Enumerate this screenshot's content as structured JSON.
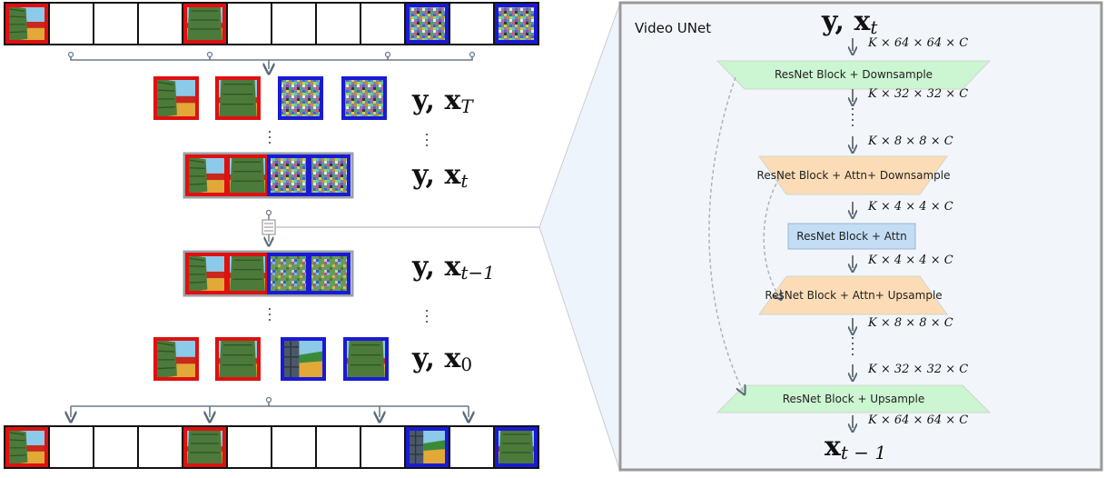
{
  "left_panel": {
    "labels": {
      "yxT": {
        "main": "y, x",
        "sub": "T"
      },
      "yxt": {
        "main": "y, x",
        "sub": "t"
      },
      "yxt1": {
        "main": "y, x",
        "sub": "t−1"
      },
      "yx0": {
        "main": "y, x",
        "sub": "0"
      }
    },
    "top_strip": {
      "cells": 12,
      "filled": [
        {
          "index": 1,
          "kind": "cond"
        },
        {
          "index": 5,
          "kind": "cond"
        },
        {
          "index": 10,
          "kind": "noise"
        },
        {
          "index": 12,
          "kind": "noise"
        }
      ]
    },
    "bottom_strip": {
      "cells": 12,
      "filled": [
        {
          "index": 1,
          "kind": "cond"
        },
        {
          "index": 5,
          "kind": "cond"
        },
        {
          "index": 10,
          "kind": "gen"
        },
        {
          "index": 12,
          "kind": "gen"
        }
      ]
    }
  },
  "unet": {
    "title": "Video UNet",
    "input_label": {
      "main": "y, x",
      "sub": "t"
    },
    "output_label": {
      "main": "x",
      "sub": "t − 1"
    },
    "blocks": [
      {
        "name": "resnet-downsample",
        "lines": [
          "ResNet Block + Downsample"
        ],
        "color": "#ccf5d2"
      },
      {
        "name": "resnet-attn-downsample",
        "lines": [
          "ResNet Block + Attn",
          "+ Downsample"
        ],
        "color": "#fcdcb6"
      },
      {
        "name": "resnet-attn-middle",
        "lines": [
          "ResNet Block + Attn"
        ],
        "color": "#c3ddf5"
      },
      {
        "name": "resnet-attn-upsample",
        "lines": [
          "ResNet Block + Attn",
          "+ Upsample"
        ],
        "color": "#fcdcb6"
      },
      {
        "name": "resnet-upsample",
        "lines": [
          "ResNet Block + Upsample"
        ],
        "color": "#ccf5d2"
      }
    ],
    "dims": [
      "K × 64 × 64 × C",
      "K × 32 × 32 × C",
      "K × 8 × 8 × C",
      "K × 4 × 4 × C",
      "K × 4 × 4 × C",
      "K × 8 × 8 × C",
      "K × 32 × 32 × C",
      "K × 64 × 64 × C"
    ]
  },
  "colors": {
    "conditioning_frame": "#e01010",
    "noisy_frame": "#1a1ad6",
    "panel_border": "#999999",
    "panel_bg": "#f2f6fb",
    "arrow": "#6a7a8a"
  }
}
